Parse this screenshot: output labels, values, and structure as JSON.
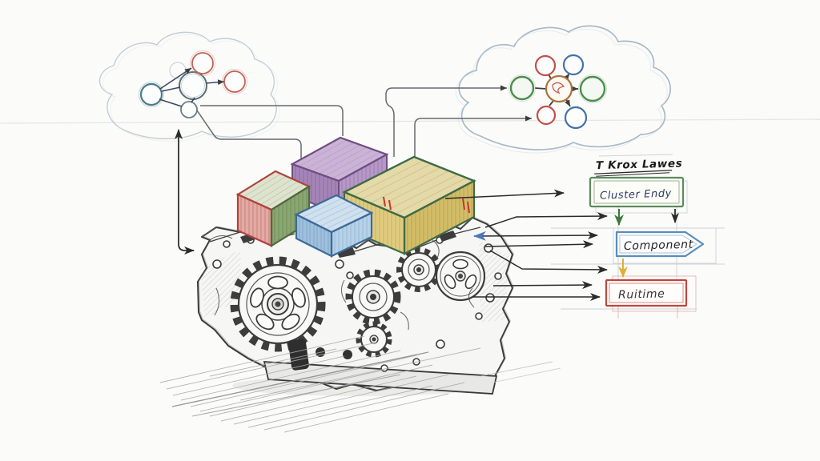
{
  "layers_panel": {
    "title": "T Krox Lawes",
    "boxes": [
      {
        "id": "cluster",
        "label": "Cluster Endy",
        "border": "#5d8a5d",
        "text": "#2b3a66"
      },
      {
        "id": "component",
        "label": "Component",
        "border": "#5b8db8",
        "text": "#222222"
      },
      {
        "id": "runtime",
        "label": "Ruitime",
        "border": "#c0463c",
        "text": "#333333"
      }
    ],
    "flow_arrows": {
      "green": "#3e7a3e",
      "yellow": "#e0af35",
      "black": "#2b2b2b",
      "blue": "#4a7ab5"
    }
  },
  "containers": [
    {
      "name": "red-green-container",
      "front": "#e3aaa4",
      "side": "#8aa671",
      "top": "#dde3cf",
      "frame": "#b2423a"
    },
    {
      "name": "purple-container",
      "front": "#a585b8",
      "side": "#b697c6",
      "top": "#cbb3d6",
      "frame": "#6f4f82"
    },
    {
      "name": "blue-container",
      "front": "#9fc0dc",
      "side": "#b7d2e8",
      "top": "#cfe0ee",
      "frame": "#3f6a96"
    },
    {
      "name": "yellow-container",
      "front": "#e0cc80",
      "side": "#d3bd68",
      "top": "#e4d9a8",
      "frame": "#3f6b45"
    }
  ],
  "clouds": {
    "left": {
      "node_colors": {
        "teal": "#4e7b8a",
        "center": "#5a6b74",
        "red": "#c0645a",
        "small": "#6b7f8a"
      }
    },
    "right": {
      "hub": "#a8743e",
      "node_colors": {
        "red": "#c0504a",
        "blue": "#4472a8",
        "green": "#4e8c50"
      }
    }
  }
}
